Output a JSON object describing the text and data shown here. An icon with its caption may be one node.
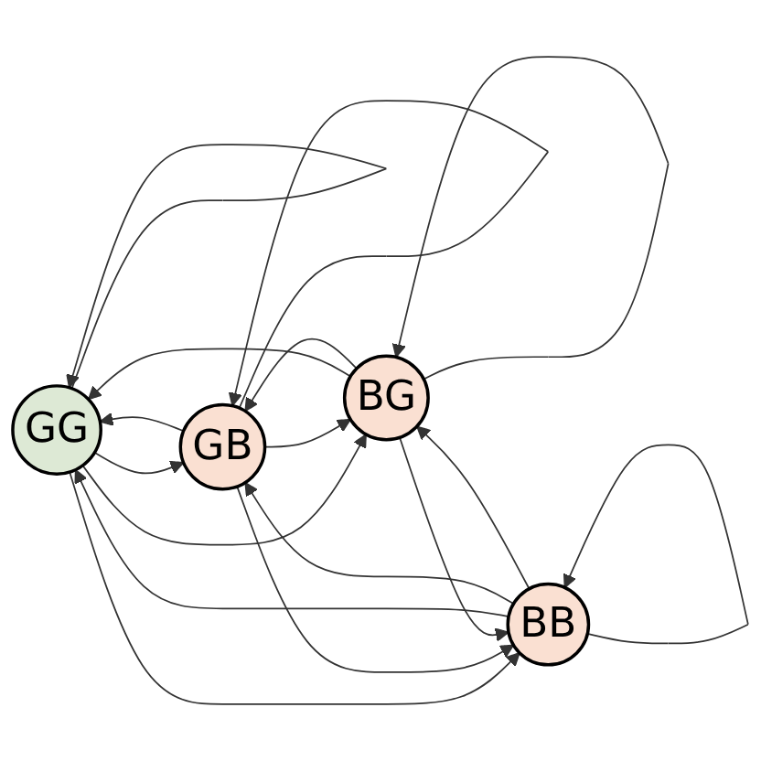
{
  "diagram": {
    "nodes": [
      {
        "text": [
          "GG"
        ]
      },
      {
        "text": [
          "GB"
        ]
      },
      {
        "text": [
          "BG"
        ]
      },
      {
        "text": [
          "BB"
        ]
      }
    ],
    "edges": [
      {
        "from": 0,
        "to": 0,
        "arrow": "to"
      },
      {
        "from": 0,
        "to": 1,
        "arrow": "to"
      },
      {
        "from": 1,
        "to": 0,
        "arrow": "to"
      },
      {
        "from": 1,
        "to": 1,
        "arrow": "to"
      },
      {
        "from": 0,
        "to": 2,
        "arrow": "to"
      },
      {
        "from": 2,
        "to": 0,
        "arrow": "to"
      },
      {
        "from": 0,
        "to": 3,
        "arrow": "to"
      },
      {
        "from": 3,
        "to": 0,
        "arrow": "to"
      },
      {
        "from": 1,
        "to": 2,
        "arrow": "to"
      },
      {
        "from": 2,
        "to": 1,
        "arrow": "to"
      },
      {
        "from": 1,
        "to": 3,
        "arrow": "to"
      },
      {
        "from": 3,
        "to": 1,
        "arrow": "to"
      },
      {
        "from": 2,
        "to": 3,
        "arrow": "to"
      },
      {
        "from": 3,
        "to": 2,
        "arrow": "to"
      },
      {
        "from": 2,
        "to": 2,
        "arrow": "to"
      },
      {
        "from": 3,
        "to": 3,
        "arrow": "to"
      }
    ]
  }
}
